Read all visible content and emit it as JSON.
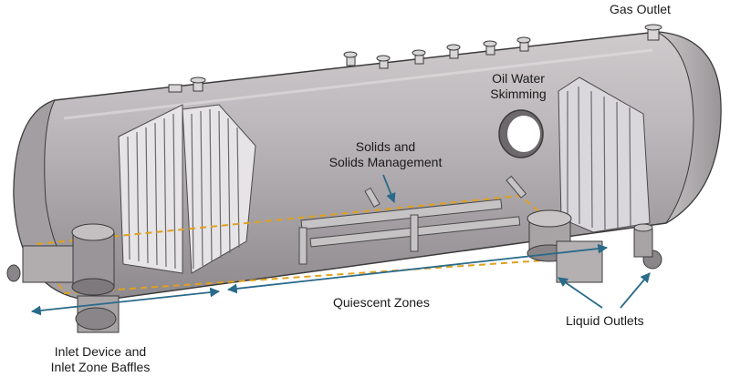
{
  "labels": {
    "gas_outlet": "Gas Outlet",
    "oil_water_skimming": [
      "Oil Water",
      "Skimming"
    ],
    "solids_management": [
      "Solids and",
      "Solids Management"
    ],
    "quiescent_zones": "Quiescent Zones",
    "liquid_outlets": "Liquid Outlets",
    "inlet_device": [
      "Inlet Device and",
      "Inlet Zone Baffles"
    ]
  },
  "colors": {
    "vessel_body": "#b9b4b7",
    "vessel_shadow": "#8f8a8e",
    "outline": "#3b3b3b",
    "arrow": "#2a6a8a",
    "dashed_zone": "#e0a020",
    "baffle": "#e6e4e6"
  }
}
